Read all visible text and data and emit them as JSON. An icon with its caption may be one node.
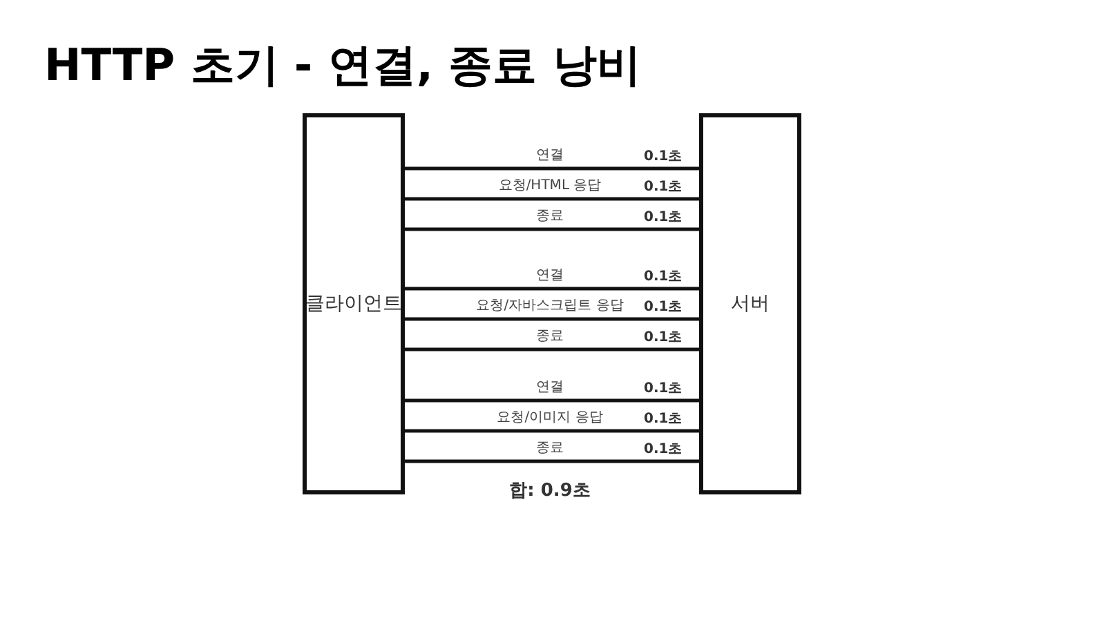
{
  "diagram": {
    "title": "HTTP 초기 - 연결, 종료 낭비",
    "nodes": [
      {
        "text": [
          "클라이언트"
        ]
      },
      {
        "text": [
          "서버"
        ]
      }
    ],
    "edges": [
      {
        "from": 0,
        "to": 1,
        "arrow": "none",
        "label": "연결"
      },
      {
        "from": 0,
        "to": 1,
        "arrow": "none",
        "label": "요청/HTML 응답"
      },
      {
        "from": 0,
        "to": 1,
        "arrow": "none",
        "label": "종료"
      },
      {
        "from": 0,
        "to": 1,
        "arrow": "none",
        "label": "연결"
      },
      {
        "from": 0,
        "to": 1,
        "arrow": "none",
        "label": "요청/자바스크립트 응답"
      },
      {
        "from": 0,
        "to": 1,
        "arrow": "none",
        "label": "종료"
      },
      {
        "from": 0,
        "to": 1,
        "arrow": "none",
        "label": "연결"
      },
      {
        "from": 0,
        "to": 1,
        "arrow": "none",
        "label": "요청/이미지 응답"
      },
      {
        "from": 0,
        "to": 1,
        "arrow": "none",
        "label": "종료"
      }
    ],
    "labels": [
      "0.1초",
      "0.1초",
      "0.1초",
      "0.1초",
      "0.1초",
      "0.1초",
      "0.1초",
      "0.1초",
      "0.1초",
      "합: 0.9초"
    ]
  }
}
